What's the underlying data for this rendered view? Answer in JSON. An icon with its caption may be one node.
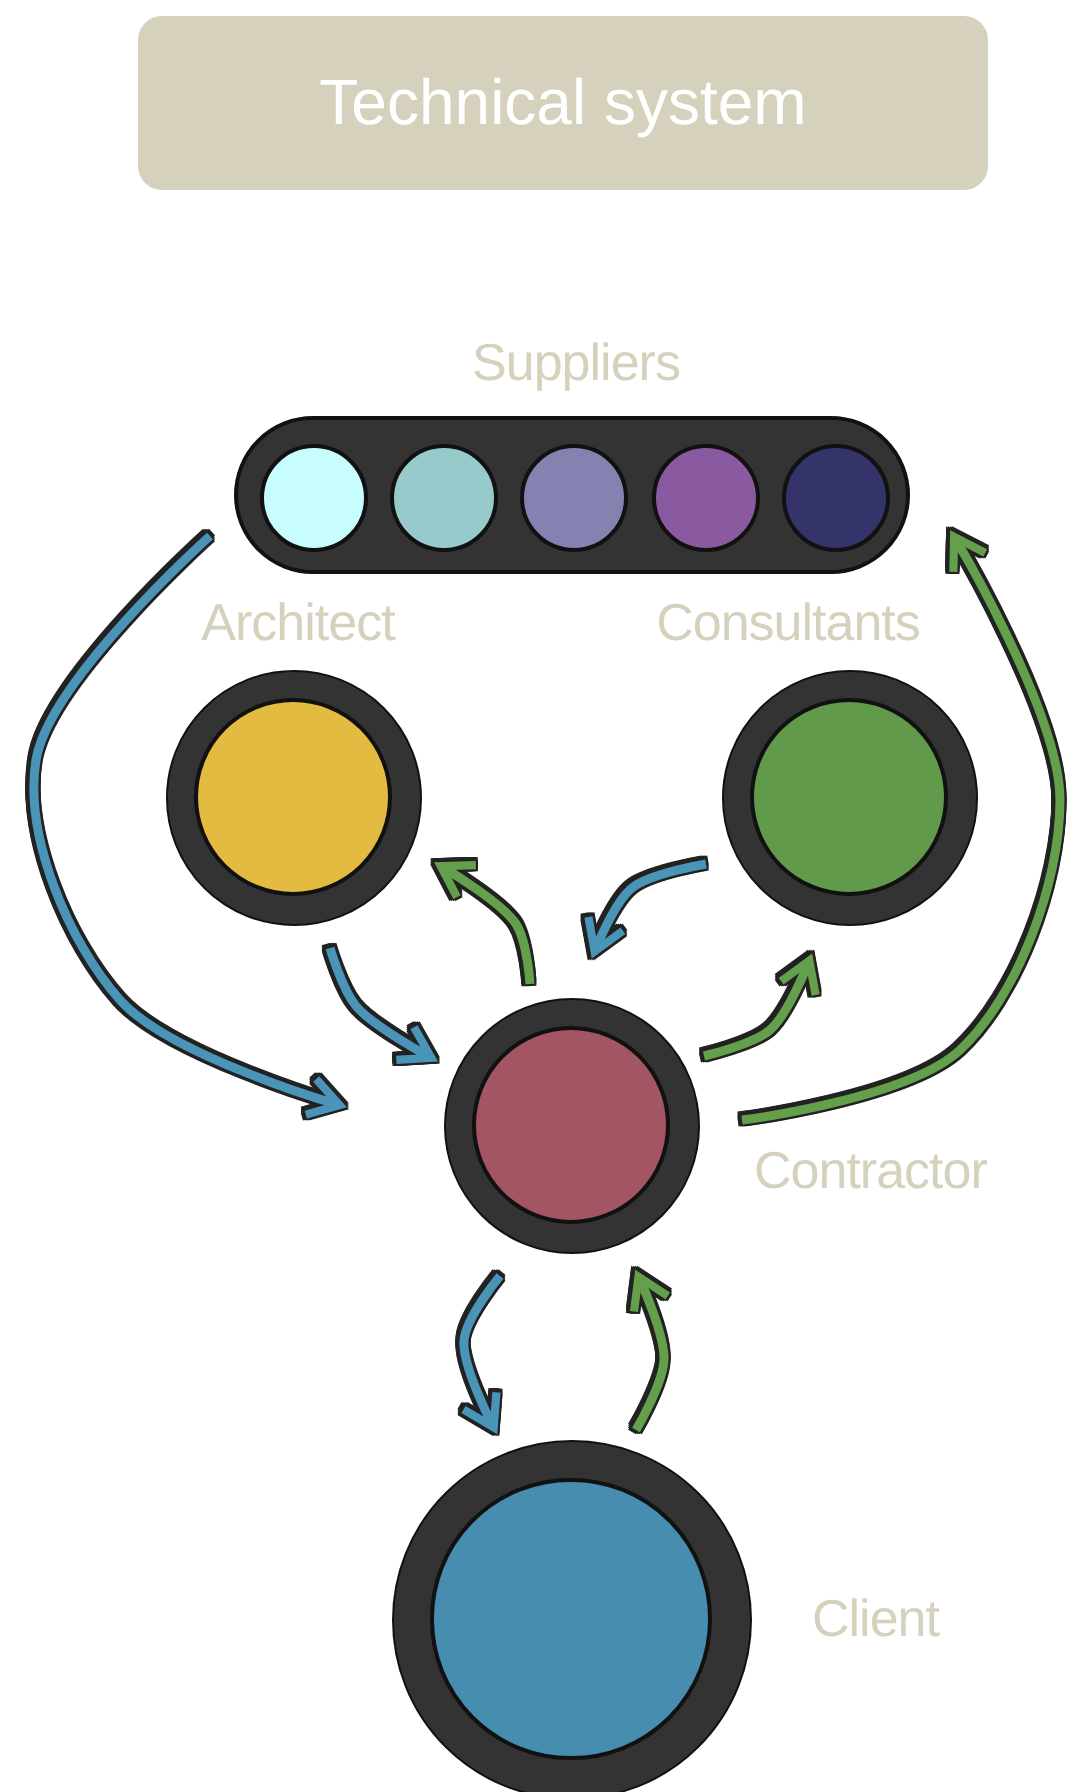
{
  "diagram": {
    "title": "Technical system",
    "nodes": [
      {
        "text": [
          "Suppliers"
        ]
      },
      {
        "text": [],
        "shape": "circle",
        "in": 0
      },
      {
        "text": [],
        "shape": "circle",
        "in": 0
      },
      {
        "text": [],
        "shape": "circle",
        "in": 0
      },
      {
        "text": [],
        "shape": "circle",
        "in": 0
      },
      {
        "text": [],
        "shape": "circle",
        "in": 0
      },
      {
        "text": [
          "Architect"
        ]
      },
      {
        "text": [
          "Consultants"
        ]
      },
      {
        "text": [
          "Contractor"
        ]
      },
      {
        "text": [
          "Client"
        ]
      }
    ],
    "edges": [
      {
        "from": 0,
        "to": 8,
        "arrow": "to",
        "color": "#4a94b8"
      },
      {
        "from": 6,
        "to": 8,
        "arrow": "to",
        "color": "#4a94b8"
      },
      {
        "from": 8,
        "to": 6,
        "arrow": "to",
        "color": "#64a04c"
      },
      {
        "from": 7,
        "to": 8,
        "arrow": "to",
        "color": "#4a94b8"
      },
      {
        "from": 8,
        "to": 7,
        "arrow": "to",
        "color": "#64a04c"
      },
      {
        "from": 8,
        "to": 0,
        "arrow": "to",
        "color": "#64a04c"
      },
      {
        "from": 8,
        "to": 9,
        "arrow": "to",
        "color": "#4a94b8"
      },
      {
        "from": 9,
        "to": 8,
        "arrow": "to",
        "color": "#64a04c"
      }
    ]
  }
}
